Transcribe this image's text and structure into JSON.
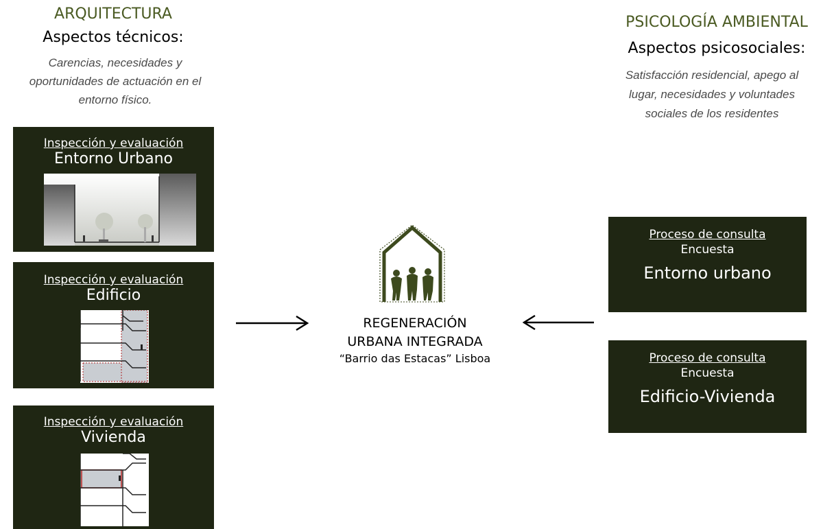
{
  "left": {
    "heading": "ARQUITECTURA",
    "subtitle": "Aspectos técnicos:",
    "desc_lines": [
      "Carencias, necesidades y",
      "oportunidades de actuación en el",
      "entorno físico."
    ]
  },
  "right": {
    "heading": "PSICOLOGÍA AMBIENTAL",
    "subtitle": "Aspectos psicosociales:",
    "desc_lines": [
      "Satisfacción residencial, apego al",
      "lugar, necesidades y voluntades",
      "sociales de los residentes"
    ]
  },
  "inspection_boxes": [
    {
      "link": "Inspección y evaluación",
      "title": "Entorno Urbano"
    },
    {
      "link": "Inspección y evaluación",
      "title": "Edificio"
    },
    {
      "link": "Inspección y evaluación",
      "title": "Vivienda"
    }
  ],
  "consultation_boxes": [
    {
      "link": "Proceso de consulta",
      "sub": "Encuesta",
      "title": "Entorno urbano"
    },
    {
      "link": "Proceso de consulta",
      "sub": "Encuesta",
      "title": "Edificio-Vivienda"
    }
  ],
  "center": {
    "line1": "REGENERACIÓN",
    "line2": "URBANA INTEGRADA",
    "line3": "“Barrio das Estacas” Lisboa"
  },
  "colors": {
    "box_bg": "#1f2613",
    "heading_green": "#4a5a22",
    "logo_green": "#3d4a1e"
  },
  "icons": {
    "left_arrow_icon": "arrow-right",
    "right_arrow_icon": "arrow-left",
    "logo": "house-with-people-logo"
  }
}
